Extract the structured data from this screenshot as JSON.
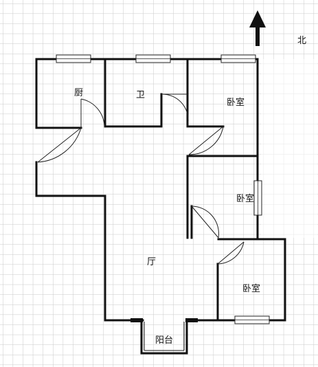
{
  "rooms": {
    "kitchen": "厨",
    "bathroom": "卫",
    "bedroom_top": "卧室",
    "bedroom_mid": "卧室",
    "bedroom_bottom": "卧室",
    "living": "厅",
    "balcony": "阳台"
  },
  "compass": {
    "north_label": "北",
    "icon": "north-arrow-icon"
  },
  "colors": {
    "grid": "#c8c8c8",
    "wall": "#111111",
    "background": "#ffffff"
  }
}
